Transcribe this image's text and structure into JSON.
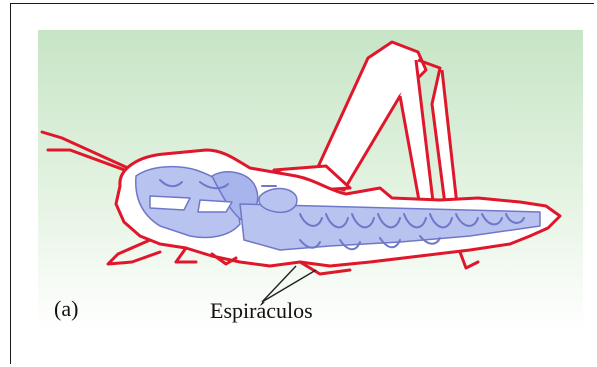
{
  "figure": {
    "panel_label": "(a)",
    "callout_label": "Espiráculos"
  },
  "colors": {
    "background_top": "#c9e6c8",
    "background_bottom": "#ffffff",
    "body_outline": "#e0162b",
    "tracheal_fill": "#b9c3f0",
    "tracheal_stroke": "#6f78c8",
    "pointer": "#222222",
    "text": "#111111"
  },
  "icons": {
    "subject": "grasshopper-tracheal-system-illustration"
  }
}
